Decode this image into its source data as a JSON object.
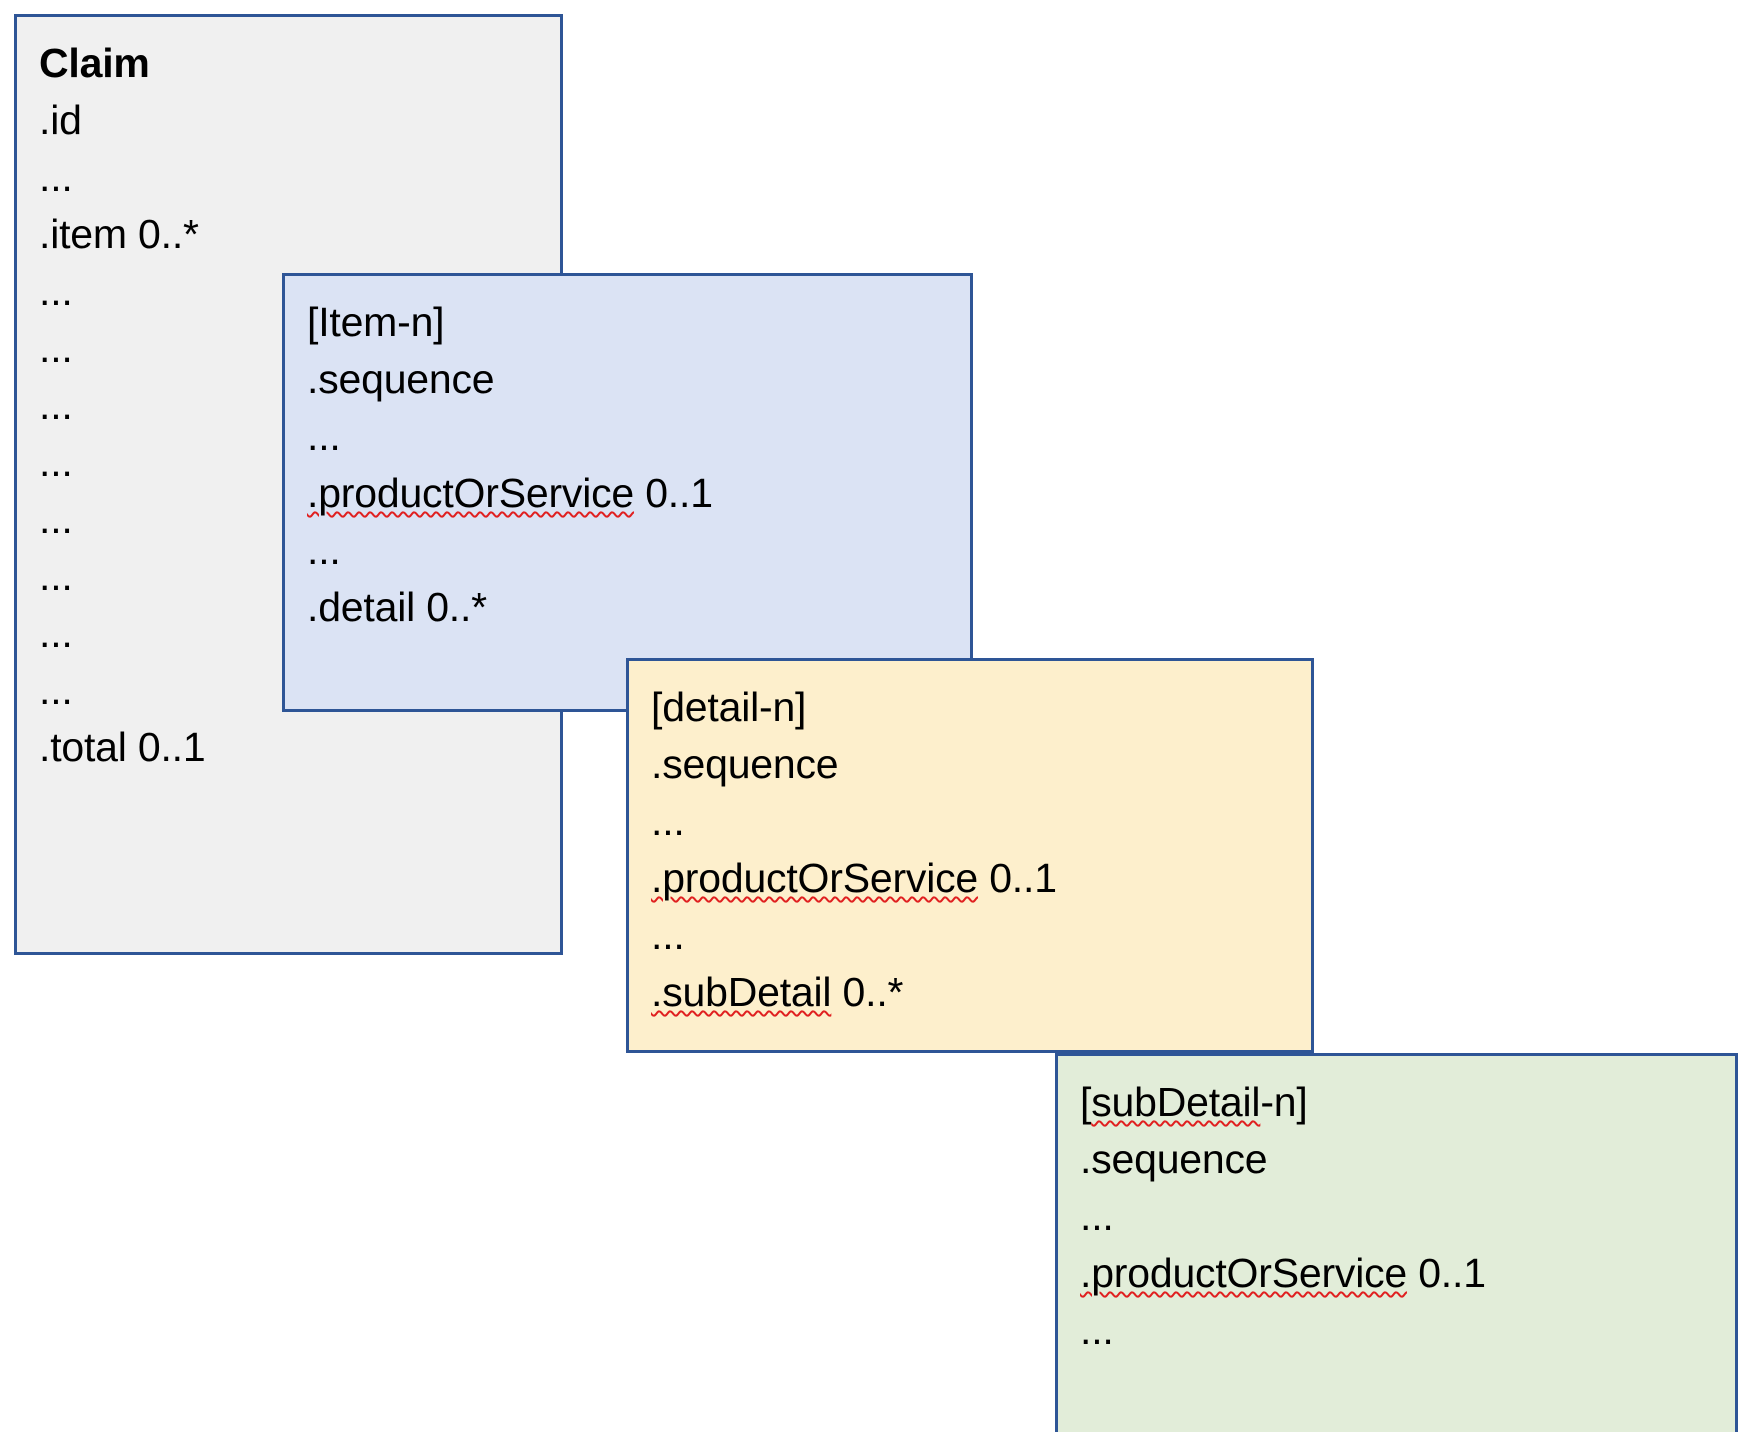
{
  "diagram": {
    "title": "FHIR Claim resource nesting diagram",
    "colors": {
      "border": "#2e5596",
      "claim_fill": "#f0f0f0",
      "item_fill": "#dbe3f4",
      "detail_fill": "#fdefcc",
      "subdetail_fill": "#e2edd9",
      "spellcheck_underline": "#e02020"
    },
    "boxes": {
      "claim": {
        "name": "Claim",
        "lines": [
          {
            "text": "Claim",
            "bold": true
          },
          {
            "text": ".id"
          },
          {
            "text": "..."
          },
          {
            "text": ".item 0..*"
          },
          {
            "text": "..."
          },
          {
            "text": "..."
          },
          {
            "text": "..."
          },
          {
            "text": "..."
          },
          {
            "text": "..."
          },
          {
            "text": "..."
          },
          {
            "text": "..."
          },
          {
            "text": "..."
          },
          {
            "text": ".total 0..1"
          }
        ]
      },
      "item": {
        "name": "[Item-n]",
        "lines": [
          {
            "text": "[Item-n]"
          },
          {
            "text": ".sequence"
          },
          {
            "text": "..."
          },
          {
            "text": ".productOrService 0..1",
            "misspelled": ".productOrService"
          },
          {
            "text": "..."
          },
          {
            "text": ".detail 0..*"
          }
        ]
      },
      "detail": {
        "name": "[detail-n]",
        "lines": [
          {
            "text": "[detail-n]"
          },
          {
            "text": ".sequence"
          },
          {
            "text": "..."
          },
          {
            "text": ".productOrService 0..1",
            "misspelled": ".productOrService"
          },
          {
            "text": "..."
          },
          {
            "text": ".subDetail 0..*",
            "misspelled": ".subDetail"
          }
        ]
      },
      "subdetail": {
        "name": "[subDetail-n]",
        "lines": [
          {
            "text": "[subDetail-n]",
            "misspelled": "subDetail"
          },
          {
            "text": ".sequence"
          },
          {
            "text": "..."
          },
          {
            "text": ".productOrService 0..1",
            "misspelled": ".productOrService"
          },
          {
            "text": "..."
          }
        ]
      }
    }
  }
}
